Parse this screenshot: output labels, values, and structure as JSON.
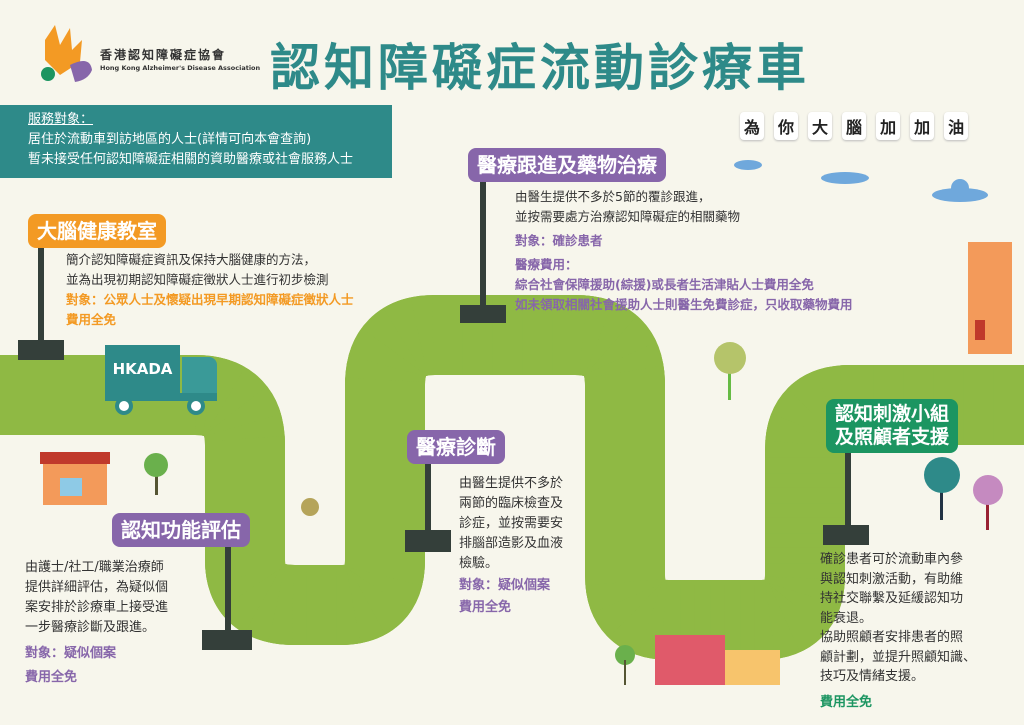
{
  "header": {
    "title": "認知障礙症流動診療車",
    "org_cn": "香港認知障礙症協會",
    "org_en": "Hong Kong Alzheimer's Disease Association",
    "slogan": [
      "為",
      "你",
      "大",
      "腦",
      "加",
      "加",
      "油"
    ]
  },
  "service_target": {
    "heading": "服務對象：",
    "lines": [
      "居住於流動車到訪地區的人士(詳情可向本會查詢)",
      "暫未接受任何認知障礙症相關的資助醫療或社會服務人士"
    ]
  },
  "truck_label": "HKADA",
  "stations": {
    "brain_class": {
      "title": "大腦健康教室",
      "desc": [
        "簡介認知障礙症資訊及保持大腦健康的方法，",
        "並為出現初期認知障礙症徵狀人士進行初步檢測"
      ],
      "target": "對象：公眾人士及懷疑出現早期認知障礙症徵狀人士",
      "fee": "費用全免"
    },
    "assessment": {
      "title": "認知功能評估",
      "desc": [
        "由護士/社工/職業治療師",
        "提供詳細評估，為疑似個",
        "案安排於診療車上接受進",
        "一步醫療診斷及跟進。"
      ],
      "target": "對象：疑似個案",
      "fee": "費用全免"
    },
    "diagnosis": {
      "title": "醫療診斷",
      "desc": [
        "由醫生提供不多於",
        "兩節的臨床檢查及",
        "診症，並按需要安",
        "排腦部造影及血液",
        "檢驗。"
      ],
      "target": "對象：疑似個案",
      "fee": "費用全免"
    },
    "followup": {
      "title": "醫療跟進及藥物治療",
      "desc": [
        "由醫生提供不多於5節的覆診跟進，",
        "並按需要處方治療認知障礙症的相關藥物"
      ],
      "target": "對象：確診患者",
      "fee_heading": "醫療費用：",
      "fee_lines": [
        "綜合社會保障援助(綜援)或長者生活津貼人士費用全免",
        "如未領取相關社會援助人士則醫生免費診症，只收取藥物費用"
      ]
    },
    "stimulation": {
      "title_lines": [
        "認知刺激小組",
        "及照顧者支援"
      ],
      "desc": [
        "確診患者可於流動車內參",
        "與認知刺激活動，有助維",
        "持社交聯繫及延緩認知功",
        "能衰退。",
        "協助照顧者安排患者的照",
        "顧計劃，並提升照顧知識、",
        "技巧及情緒支援。"
      ],
      "fee": "費用全免"
    }
  },
  "colors": {
    "teal": "#2e8a89",
    "orange": "#f39a24",
    "purple": "#8766aa",
    "green": "#1c9561",
    "road": "#d3c4d6",
    "verge": "#8fb944"
  }
}
